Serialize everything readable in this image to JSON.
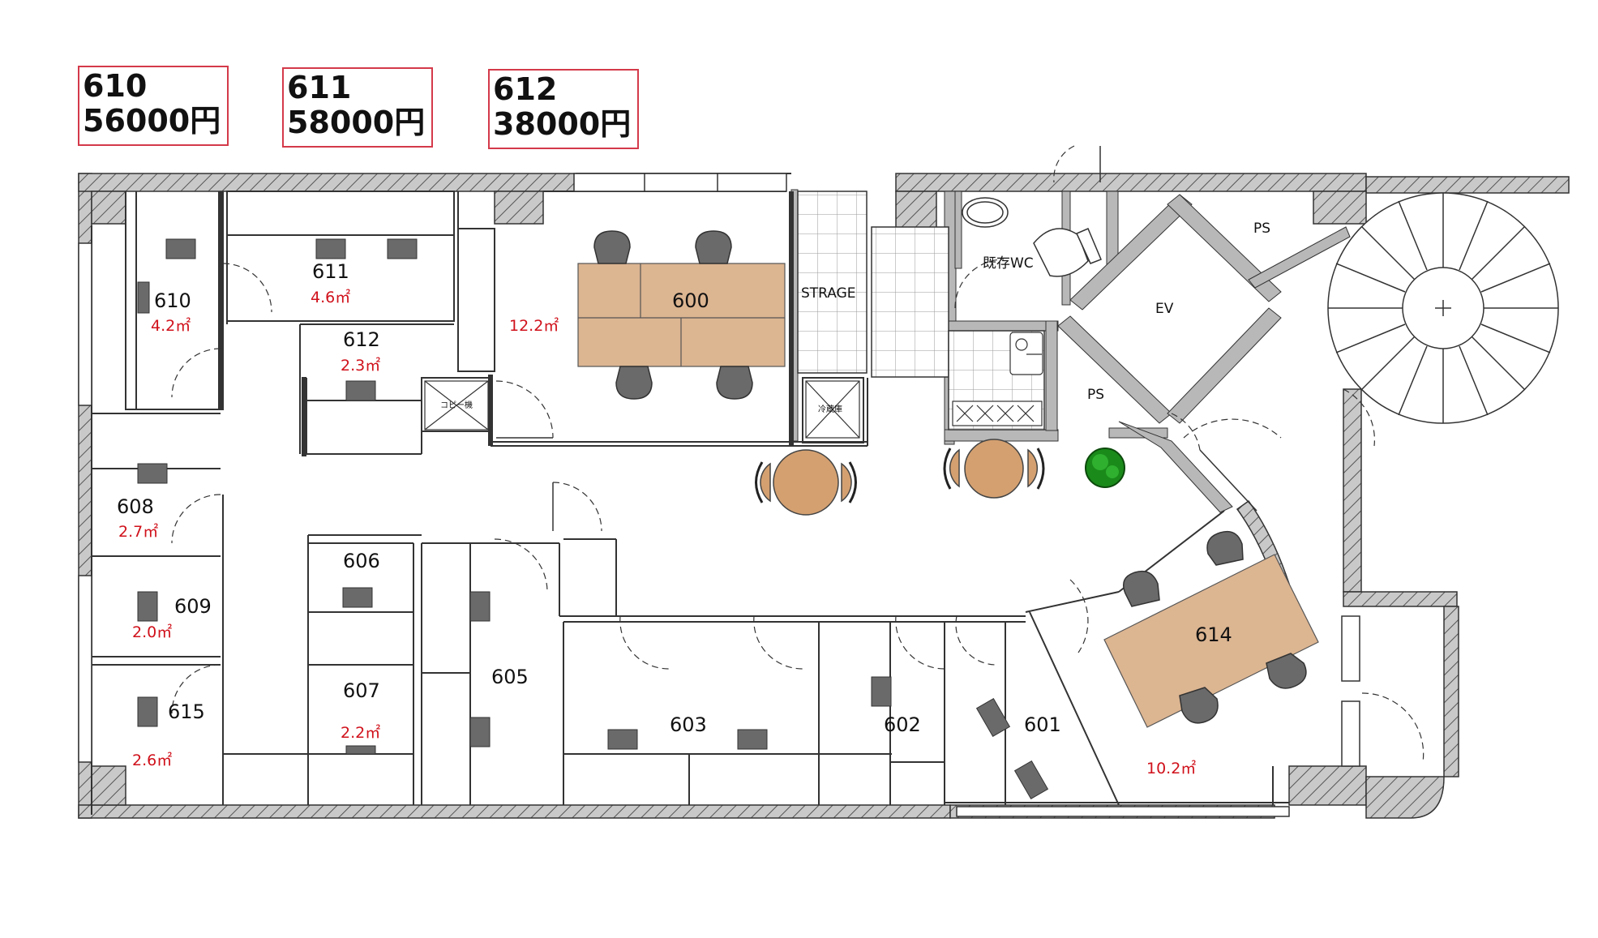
{
  "prices": [
    {
      "room": "610",
      "price": "56000円"
    },
    {
      "room": "611",
      "price": "58000円"
    },
    {
      "room": "612",
      "price": "38000円"
    }
  ],
  "rooms": {
    "r600": {
      "label": "600",
      "area": "12.2㎡"
    },
    "r601": {
      "label": "601"
    },
    "r602": {
      "label": "602"
    },
    "r603": {
      "label": "603"
    },
    "r605": {
      "label": "605"
    },
    "r606": {
      "label": "606"
    },
    "r607": {
      "label": "607",
      "area": "2.2㎡"
    },
    "r608": {
      "label": "608",
      "area": "2.7㎡"
    },
    "r609": {
      "label": "609",
      "area": "2.0㎡"
    },
    "r610": {
      "label": "610",
      "area": "4.2㎡"
    },
    "r611": {
      "label": "611",
      "area": "4.6㎡"
    },
    "r612": {
      "label": "612",
      "area": "2.3㎡"
    },
    "r614": {
      "label": "614",
      "area": "10.2㎡"
    },
    "r615": {
      "label": "615",
      "area": "2.6㎡"
    }
  },
  "facilities": {
    "storage": "STRAGE",
    "wc": "既存WC",
    "ev": "EV",
    "ps_top": "PS",
    "ps_mid": "PS",
    "copier": "コピー機",
    "fridge": "冷蔵庫"
  },
  "colors": {
    "price_border": "#d43a4a",
    "area_text": "#d0111b",
    "table_fill": "#dcb591",
    "round_table_fill": "#d4a070",
    "wall_fill": "#b8b8b8",
    "chair_fill": "#6a6a6a",
    "plant": "#1a8a1a"
  }
}
